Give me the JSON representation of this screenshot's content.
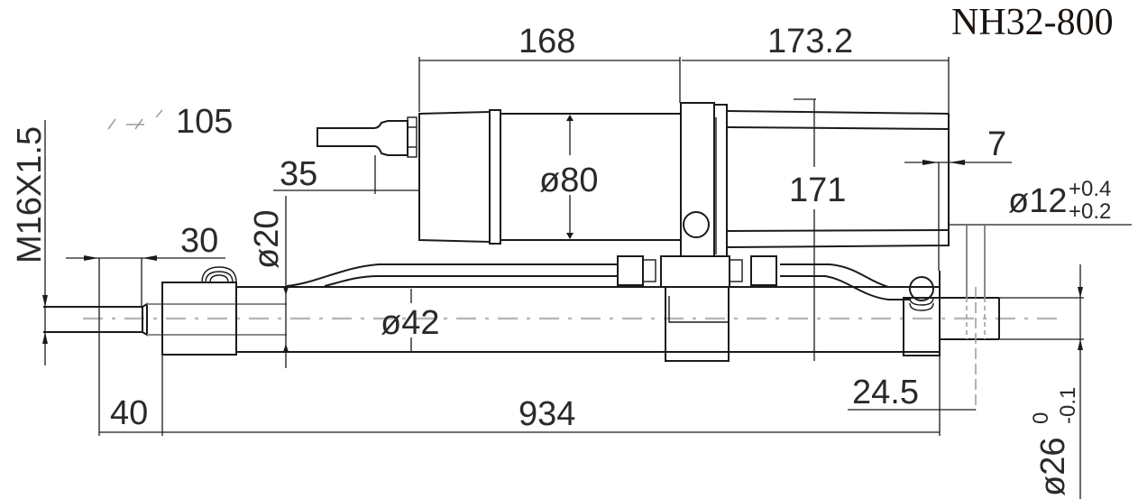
{
  "title": "NH32-800",
  "dimensions": {
    "motor_length": "168",
    "gearbox_length": "173.2",
    "stroke_105": "105",
    "connector_35": "35",
    "motor_diameter": "ø80",
    "height_171": "171",
    "clevis_7": "7",
    "pin_hole": "ø12",
    "pin_hole_tol_upper": "+0.4",
    "pin_hole_tol_lower": "+0.2",
    "thread": "M16X1.5",
    "rod_30": "30",
    "rod_diameter": "ø20",
    "tube_diameter": "ø42",
    "rod_end_40": "40",
    "overall_length": "934",
    "end_24_5": "24.5",
    "end_diameter": "ø26",
    "end_tol_upper": "0",
    "end_tol_lower": "-0.1"
  },
  "colors": {
    "line": "#1a1a1a",
    "centerline": "#b8b8b8",
    "background": "#ffffff"
  }
}
